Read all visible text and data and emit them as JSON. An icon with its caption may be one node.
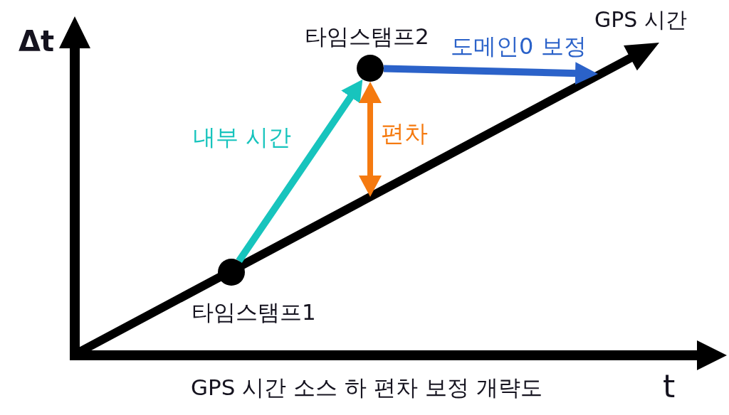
{
  "diagram": {
    "caption": "GPS 시간 소스 하 편차 보정 개략도",
    "nodes": [
      {
        "text": [],
        "shape": "circle",
        "beside": [
          "타임스탬프1"
        ]
      },
      {
        "text": [],
        "shape": "circle",
        "beside": [
          "타임스탬프2"
        ]
      }
    ],
    "edges": [
      {
        "from": 0,
        "to": 1,
        "arrow": "to",
        "label": "내부 시간",
        "color": "#17c4bd"
      },
      {
        "from": 1,
        "to": null,
        "arrow": "to",
        "label": "도메인0 보정",
        "color": "#2b62c9"
      },
      {
        "from": 1,
        "to": null,
        "arrow": "both",
        "label": "편차",
        "color": "#f57a10"
      }
    ],
    "labels": [
      "Δt",
      "GPS 시간",
      "t"
    ]
  }
}
